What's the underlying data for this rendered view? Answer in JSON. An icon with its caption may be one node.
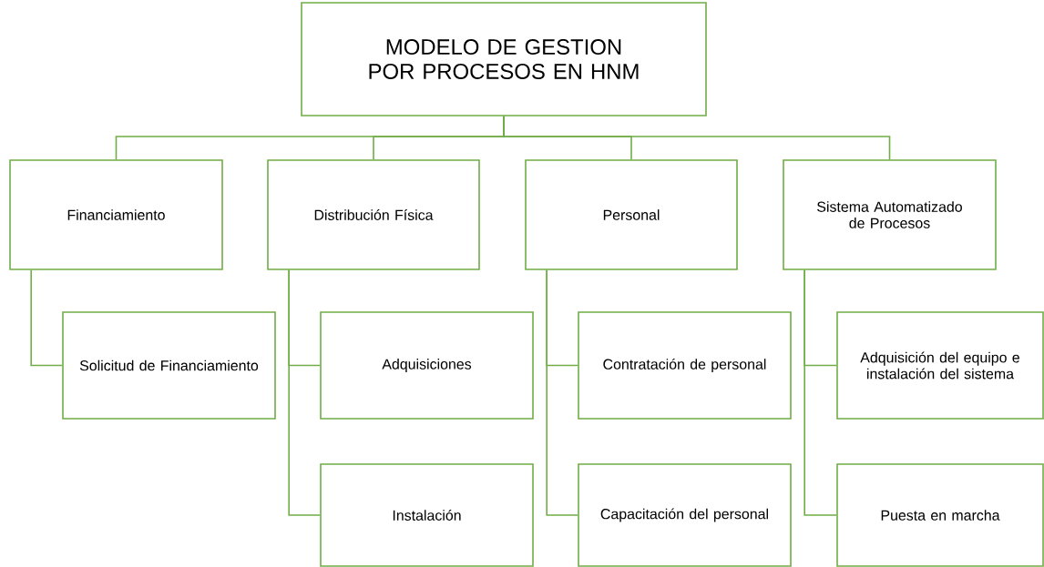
{
  "diagram": {
    "nodes": [
      {
        "text": [
          "MODELO DE GESTION POR PROCESOS EN HNM"
        ]
      },
      {
        "text": [
          "Financiamiento"
        ]
      },
      {
        "text": [
          "Solicitud de Financiamiento"
        ]
      },
      {
        "text": [
          "Distribución Física"
        ]
      },
      {
        "text": [
          "Adquisiciones"
        ]
      },
      {
        "text": [
          "Instalación"
        ]
      },
      {
        "text": [
          "Personal"
        ]
      },
      {
        "text": [
          "Contratación de personal"
        ]
      },
      {
        "text": [
          "Capacitación del personal"
        ]
      },
      {
        "text": [
          "Sistema Automatizado de Procesos"
        ]
      },
      {
        "text": [
          "Adquisición del equipo e instalación del sistema"
        ]
      },
      {
        "text": [
          "Puesta en marcha"
        ]
      }
    ],
    "edges": [
      {
        "from": 0,
        "to": 1,
        "arrow": "none"
      },
      {
        "from": 0,
        "to": 3,
        "arrow": "none"
      },
      {
        "from": 0,
        "to": 6,
        "arrow": "none"
      },
      {
        "from": 0,
        "to": 9,
        "arrow": "none"
      },
      {
        "from": 1,
        "to": 2,
        "arrow": "none"
      },
      {
        "from": 3,
        "to": 4,
        "arrow": "none"
      },
      {
        "from": 3,
        "to": 5,
        "arrow": "none"
      },
      {
        "from": 6,
        "to": 7,
        "arrow": "none"
      },
      {
        "from": 6,
        "to": 8,
        "arrow": "none"
      },
      {
        "from": 9,
        "to": 10,
        "arrow": "none"
      },
      {
        "from": 9,
        "to": 11,
        "arrow": "none"
      }
    ]
  }
}
